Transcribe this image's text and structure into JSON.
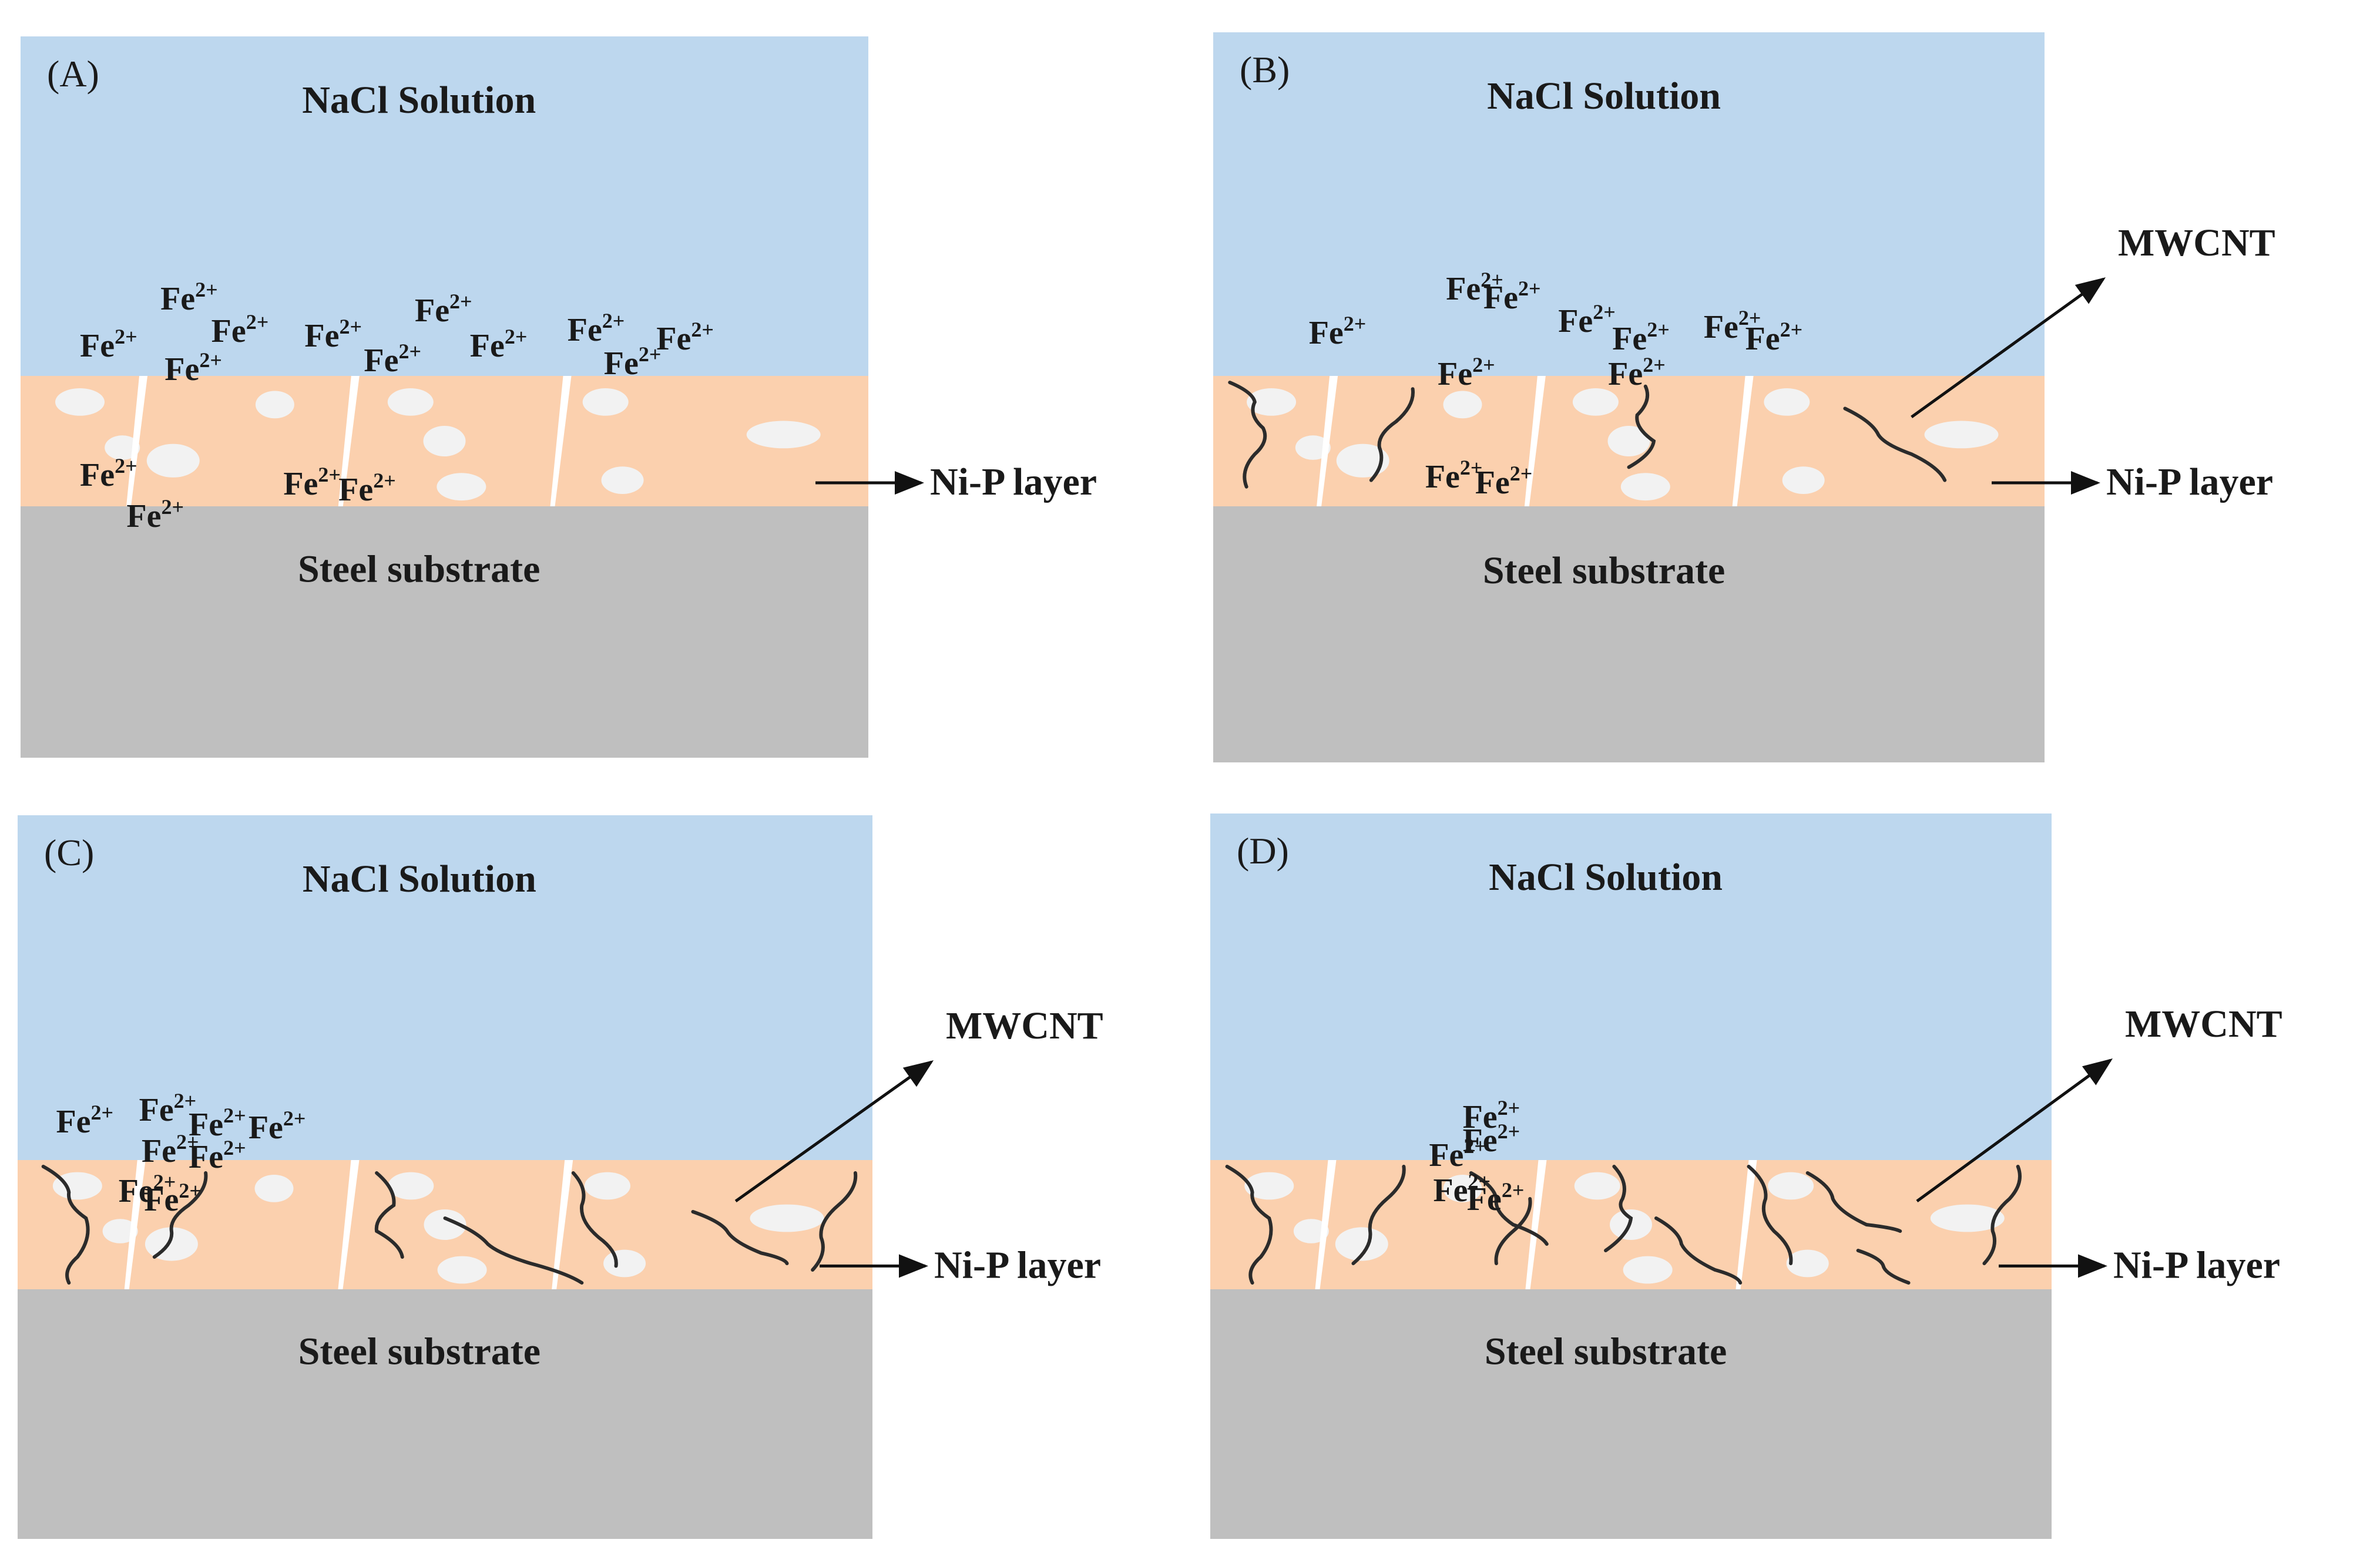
{
  "colors": {
    "solution": "#bdd7ee",
    "layer": "#fbd0ae",
    "substrate": "#bfbfbf",
    "pore": "#f2f2f2",
    "crack": "#2b2b2b",
    "text": "#1a1a1a"
  },
  "panels": [
    {
      "id": "A",
      "panel_label": "(A)",
      "solution_label": "NaCl Solution",
      "substrate_label": "Steel substrate",
      "layer_label": "Ni-P layer",
      "mwcnt_label": "",
      "has_mwcnt": false,
      "ions": [
        {
          "base": "Fe",
          "sup": "2+"
        },
        {
          "base": "Fe",
          "sup": "2+"
        },
        {
          "base": "Fe",
          "sup": "2+"
        },
        {
          "base": "Fe",
          "sup": "2+"
        },
        {
          "base": "Fe",
          "sup": "2+"
        },
        {
          "base": "Fe",
          "sup": "2+"
        },
        {
          "base": "Fe",
          "sup": "2+"
        },
        {
          "base": "Fe",
          "sup": "2+"
        },
        {
          "base": "Fe",
          "sup": "2+"
        },
        {
          "base": "Fe",
          "sup": "2+"
        },
        {
          "base": "Fe",
          "sup": "2+"
        },
        {
          "base": "Fe",
          "sup": "2+"
        },
        {
          "base": "Fe",
          "sup": "2+"
        },
        {
          "base": "Fe",
          "sup": "2+"
        },
        {
          "base": "Fe",
          "sup": "2+"
        }
      ]
    },
    {
      "id": "B",
      "panel_label": "(B)",
      "solution_label": "NaCl Solution",
      "substrate_label": "Steel substrate",
      "layer_label": "Ni-P layer",
      "mwcnt_label": "MWCNT",
      "has_mwcnt": true,
      "ions": [
        {
          "base": "Fe",
          "sup": "2+"
        },
        {
          "base": "Fe",
          "sup": "2+"
        },
        {
          "base": "Fe",
          "sup": "2+"
        },
        {
          "base": "Fe",
          "sup": "2+"
        },
        {
          "base": "Fe",
          "sup": "2+"
        },
        {
          "base": "Fe",
          "sup": "2+"
        },
        {
          "base": "Fe",
          "sup": "2+"
        },
        {
          "base": "Fe",
          "sup": "2+"
        },
        {
          "base": "Fe",
          "sup": "2+"
        },
        {
          "base": "Fe",
          "sup": "2+"
        },
        {
          "base": "Fe",
          "sup": "2+"
        }
      ]
    },
    {
      "id": "C",
      "panel_label": "(C)",
      "solution_label": "NaCl Solution",
      "substrate_label": "Steel substrate",
      "layer_label": "Ni-P layer",
      "mwcnt_label": "MWCNT",
      "has_mwcnt": true,
      "ions": [
        {
          "base": "Fe",
          "sup": "2+"
        },
        {
          "base": "Fe",
          "sup": "2+"
        },
        {
          "base": "Fe",
          "sup": "2+"
        },
        {
          "base": "Fe",
          "sup": "2+"
        },
        {
          "base": "Fe",
          "sup": "2+"
        },
        {
          "base": "Fe",
          "sup": "2+"
        },
        {
          "base": "Fe",
          "sup": "2+"
        },
        {
          "base": "Fe",
          "sup": "2+"
        }
      ]
    },
    {
      "id": "D",
      "panel_label": "(D)",
      "solution_label": "NaCl Solution",
      "substrate_label": "Steel substrate",
      "layer_label": "Ni-P layer",
      "mwcnt_label": "MWCNT",
      "has_mwcnt": true,
      "ions": [
        {
          "base": "Fe",
          "sup": "2+"
        },
        {
          "base": "Fe",
          "sup": "2+"
        },
        {
          "base": "Fe",
          "sup": "2+"
        },
        {
          "base": "Fe",
          "sup": "2+"
        },
        {
          "base": "Fe",
          "sup": "2+"
        }
      ]
    }
  ]
}
